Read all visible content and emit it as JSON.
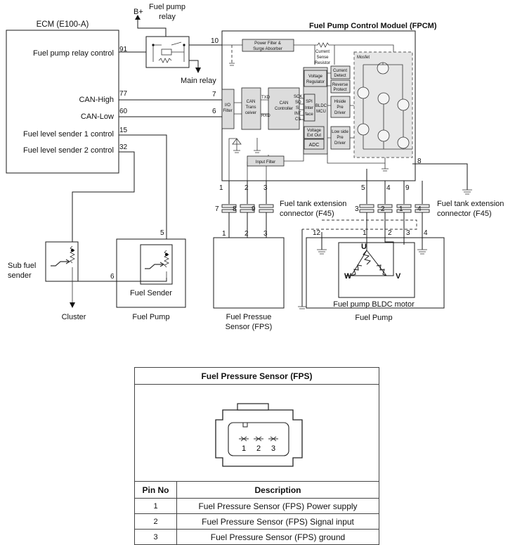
{
  "diagram": {
    "ecm": {
      "title": "ECM (E100-A)",
      "signals": [
        {
          "label": "Fuel pump relay control",
          "pin": "91"
        },
        {
          "label": "CAN-High",
          "pin": "77"
        },
        {
          "label": "CAN-Low",
          "pin": "60"
        },
        {
          "label": "Fuel level sender 1 control",
          "pin": "15"
        },
        {
          "label": "Fuel level sender 2 control",
          "pin": "32"
        }
      ]
    },
    "supply": "B+",
    "relay": {
      "title_line1": "Fuel pump",
      "title_line2": "relay",
      "output": "Main relay"
    },
    "fpcm": {
      "title": "Fuel Pump Control Moduel (FPCM)",
      "power_filter_line1": "Power Filter &",
      "power_filter_line2": "Surge Absorber",
      "current_sense_line1": "Current",
      "current_sense_line2": "Sense",
      "current_sense_line3": "Resistor",
      "io_filter_line1": "I/O",
      "io_filter_line2": "Filter",
      "can_trans_line1": "CAN",
      "can_trans_line2": "Trans",
      "can_trans_line3": "ceiver",
      "can_ctrl_line1": "CAN",
      "can_ctrl_line2": "Controller",
      "txd": "TXD",
      "rxd": "RXD",
      "spi_line1": "SPI",
      "spi_line2": "Inter",
      "spi_line3": "face",
      "sck": "SCK",
      "so": "SO",
      "si": "SI",
      "int": "INT",
      "cs": "CS",
      "voltage_reg_line1": "Voltage",
      "voltage_reg_line2": "Regulator",
      "bldc_line1": "BLDC",
      "bldc_line2": "MCU",
      "voltage_ext_line1": "Voltage",
      "voltage_ext_line2": "Ext Out",
      "adc": "ADC",
      "current_detect_line1": "Current",
      "current_detect_line2": "Detect",
      "reverse_protect_line1": "Reverse",
      "reverse_protect_line2": "Protect",
      "hiside_line1": "Hiside",
      "hiside_line2": "Pre",
      "hiside_line3": "Driver",
      "lowside_line1": "Low side",
      "lowside_line2": "Pre",
      "lowside_line3": "Driver",
      "mosfet": "Mosfet",
      "input_filter": "Input Filter",
      "pins": {
        "p10": "10",
        "p7": "7",
        "p6": "6",
        "p1": "1",
        "p2": "2",
        "p3": "3",
        "p5": "5",
        "p4": "4",
        "p9": "9",
        "p8": "8"
      }
    },
    "connector_left": {
      "label_line1": "Fuel tank extension",
      "label_line2": "connector (F45)",
      "top": {
        "a": "7",
        "b": "8",
        "c": "9"
      },
      "bottom": {
        "a": "1",
        "b": "2",
        "c": "3"
      }
    },
    "connector_right": {
      "label_line1": "Fuel tank extension",
      "label_line2": "connector (F45)",
      "top": {
        "a": "3",
        "b": "2",
        "c": "1",
        "d": "4"
      },
      "bottom": {
        "a": "12",
        "b": "1",
        "c": "2",
        "d": "3",
        "e": "4"
      }
    },
    "sub_sender": {
      "label_line1": "Sub fuel",
      "label_line2": "sender",
      "pin": "6",
      "cluster": "Cluster"
    },
    "fuel_sender": {
      "label": "Fuel Sender",
      "pin": "5",
      "caption": "Fuel Pump"
    },
    "fps": {
      "pin1": "1",
      "pin2": "2",
      "pin3": "3",
      "caption_line1": "Fuel Pressue",
      "caption_line2": "Sensor (FPS)"
    },
    "pump": {
      "motor_label": "Fuel pump BLDC motor",
      "caption": "Fuel Pump",
      "phase_u": "U",
      "phase_v": "V",
      "phase_w": "W"
    }
  },
  "pin_table": {
    "title": "Fuel Pressure Sensor (FPS)",
    "connector_pins": [
      "1",
      "2",
      "3"
    ],
    "headers": {
      "pin": "Pin No",
      "description": "Description"
    },
    "rows": [
      {
        "pin": "1",
        "description": "Fuel Pressure Sensor (FPS) Power supply"
      },
      {
        "pin": "2",
        "description": "Fuel Pressure Sensor (FPS) Signal input"
      },
      {
        "pin": "3",
        "description": "Fuel Pressure Sensor (FPS) ground"
      }
    ]
  }
}
